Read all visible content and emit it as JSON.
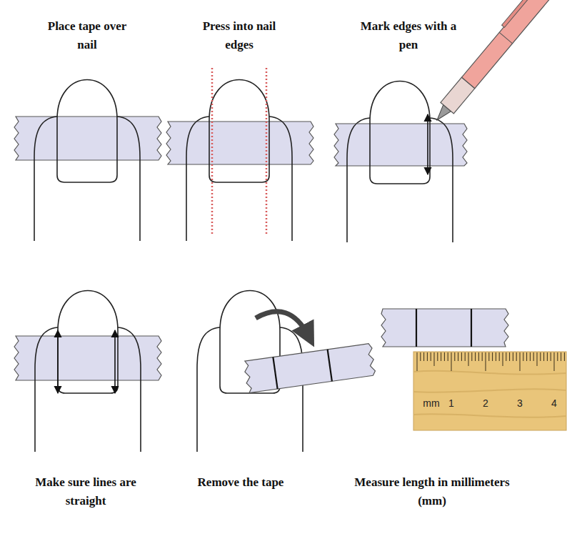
{
  "diagram": {
    "labels": [
      "Place tape over nail",
      "Press into nail edges",
      "Mark edges with a pen",
      "Make sure lines are straight",
      "Remove the tape",
      "Measure length in millimeters (mm)",
      "mm",
      "1",
      "2",
      "3",
      "4"
    ]
  }
}
